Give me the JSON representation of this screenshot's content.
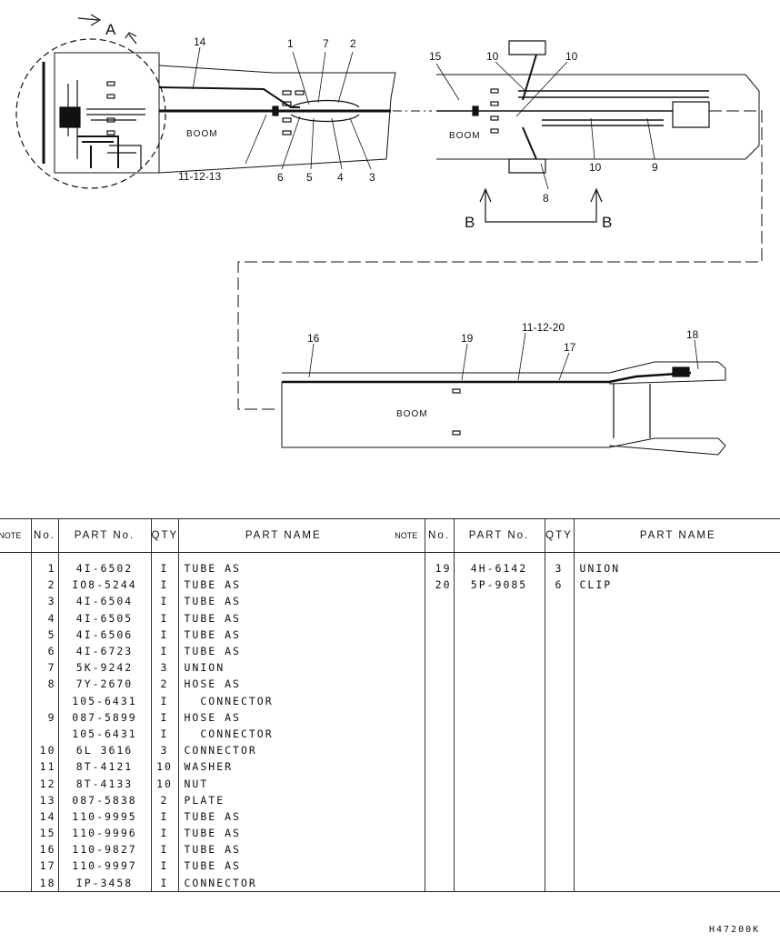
{
  "diagram": {
    "view_labels": {
      "a": "A",
      "b_left": "B",
      "b_right": "B"
    },
    "boom_text": [
      "BOOM",
      "BOOM",
      "BOOM"
    ],
    "callouts": [
      "14",
      "1",
      "7",
      "2",
      "11-12-13",
      "6",
      "5",
      "4",
      "3",
      "15",
      "10",
      "10",
      "10",
      "9",
      "8",
      "16",
      "19",
      "11-12-20",
      "17",
      "18"
    ]
  },
  "table": {
    "headers": {
      "note": "NOTE",
      "no": "No.",
      "part_no": "PART  No.",
      "qty": "QTY",
      "part_name": "PART  NAME"
    },
    "left_rows": [
      {
        "no": "1",
        "part": "4I-6502",
        "qty": "I",
        "name": "TUBE AS"
      },
      {
        "no": "2",
        "part": "IO8-5244",
        "qty": "I",
        "name": "TUBE AS"
      },
      {
        "no": "3",
        "part": "4I-6504",
        "qty": "I",
        "name": "TUBE AS"
      },
      {
        "no": "4",
        "part": "4I-6505",
        "qty": "I",
        "name": "TUBE AS"
      },
      {
        "no": "5",
        "part": "4I-6506",
        "qty": "I",
        "name": "TUBE AS"
      },
      {
        "no": "6",
        "part": "4I-6723",
        "qty": "I",
        "name": "TUBE AS"
      },
      {
        "no": "7",
        "part": "5K-9242",
        "qty": "3",
        "name": "UNION"
      },
      {
        "no": "8",
        "part": "7Y-2670",
        "qty": "2",
        "name": "HOSE AS"
      },
      {
        "no": "",
        "part": "105-6431",
        "qty": "I",
        "name": "  CONNECTOR"
      },
      {
        "no": "9",
        "part": "087-5899",
        "qty": "I",
        "name": "HOSE AS"
      },
      {
        "no": "",
        "part": "105-6431",
        "qty": "I",
        "name": "  CONNECTOR"
      },
      {
        "no": "10",
        "part": "6L 3616",
        "qty": "3",
        "name": "CONNECTOR"
      },
      {
        "no": "11",
        "part": "8T-4121",
        "qty": "10",
        "name": "WASHER"
      },
      {
        "no": "12",
        "part": "8T-4133",
        "qty": "10",
        "name": "NUT"
      },
      {
        "no": "13",
        "part": "087-5838",
        "qty": "2",
        "name": "PLATE"
      },
      {
        "no": "14",
        "part": "110-9995",
        "qty": "I",
        "name": "TUBE AS"
      },
      {
        "no": "15",
        "part": "110-9996",
        "qty": "I",
        "name": "TUBE AS"
      },
      {
        "no": "16",
        "part": "110-9827",
        "qty": "I",
        "name": "TUBE AS"
      },
      {
        "no": "17",
        "part": "110-9997",
        "qty": "I",
        "name": "TUBE AS"
      },
      {
        "no": "18",
        "part": "IP-3458",
        "qty": "I",
        "name": "CONNECTOR"
      }
    ],
    "right_rows": [
      {
        "no": "19",
        "part": "4H-6142",
        "qty": "3",
        "name": "UNION"
      },
      {
        "no": "20",
        "part": "5P-9085",
        "qty": "6",
        "name": "CLIP"
      }
    ]
  },
  "drawing_code": "H47200K"
}
